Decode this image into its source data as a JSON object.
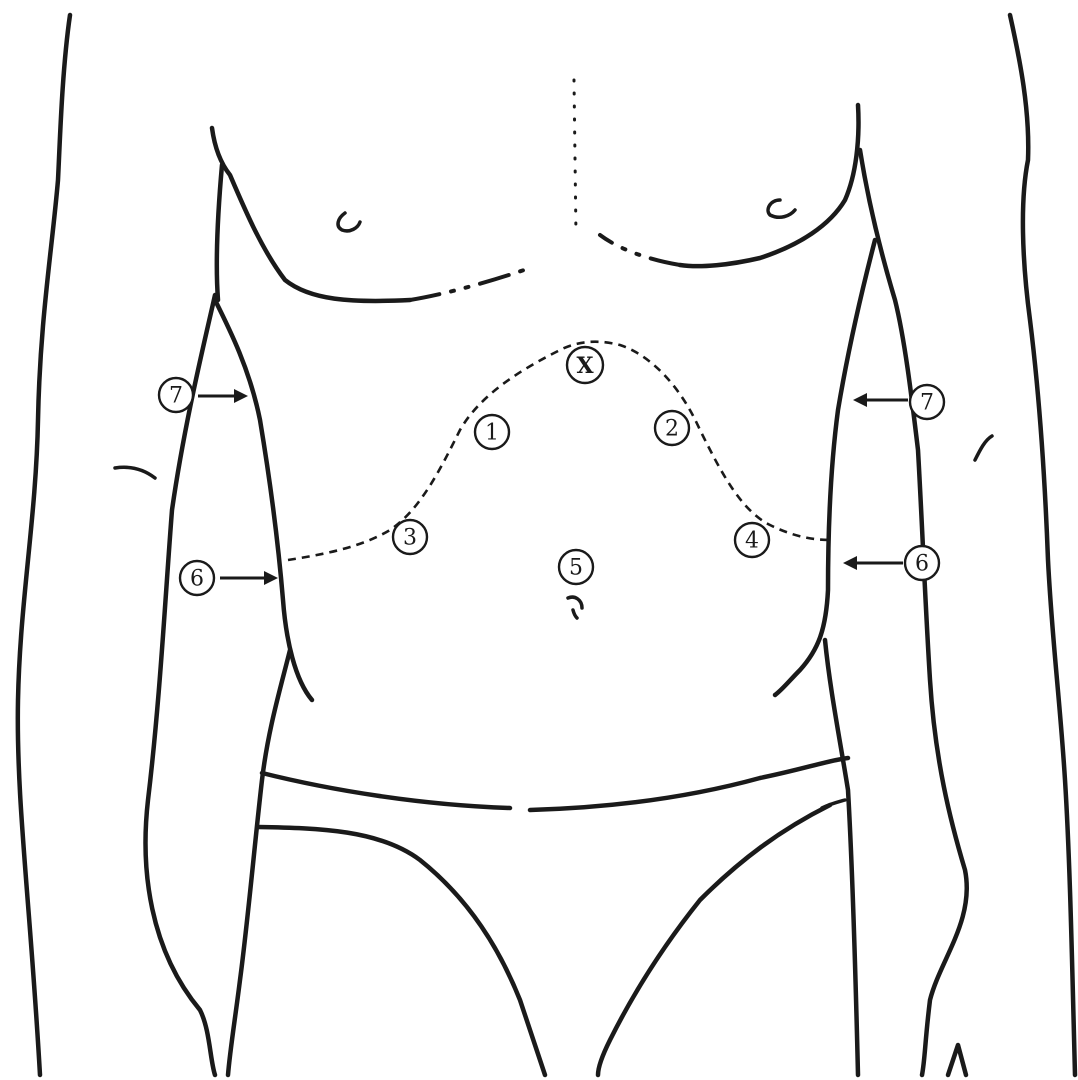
{
  "markers": {
    "x": "X",
    "one": "1",
    "two": "2",
    "three": "3",
    "four": "4",
    "five": "5",
    "six_left": "6",
    "six_right": "6",
    "seven_left": "7",
    "seven_right": "7"
  }
}
